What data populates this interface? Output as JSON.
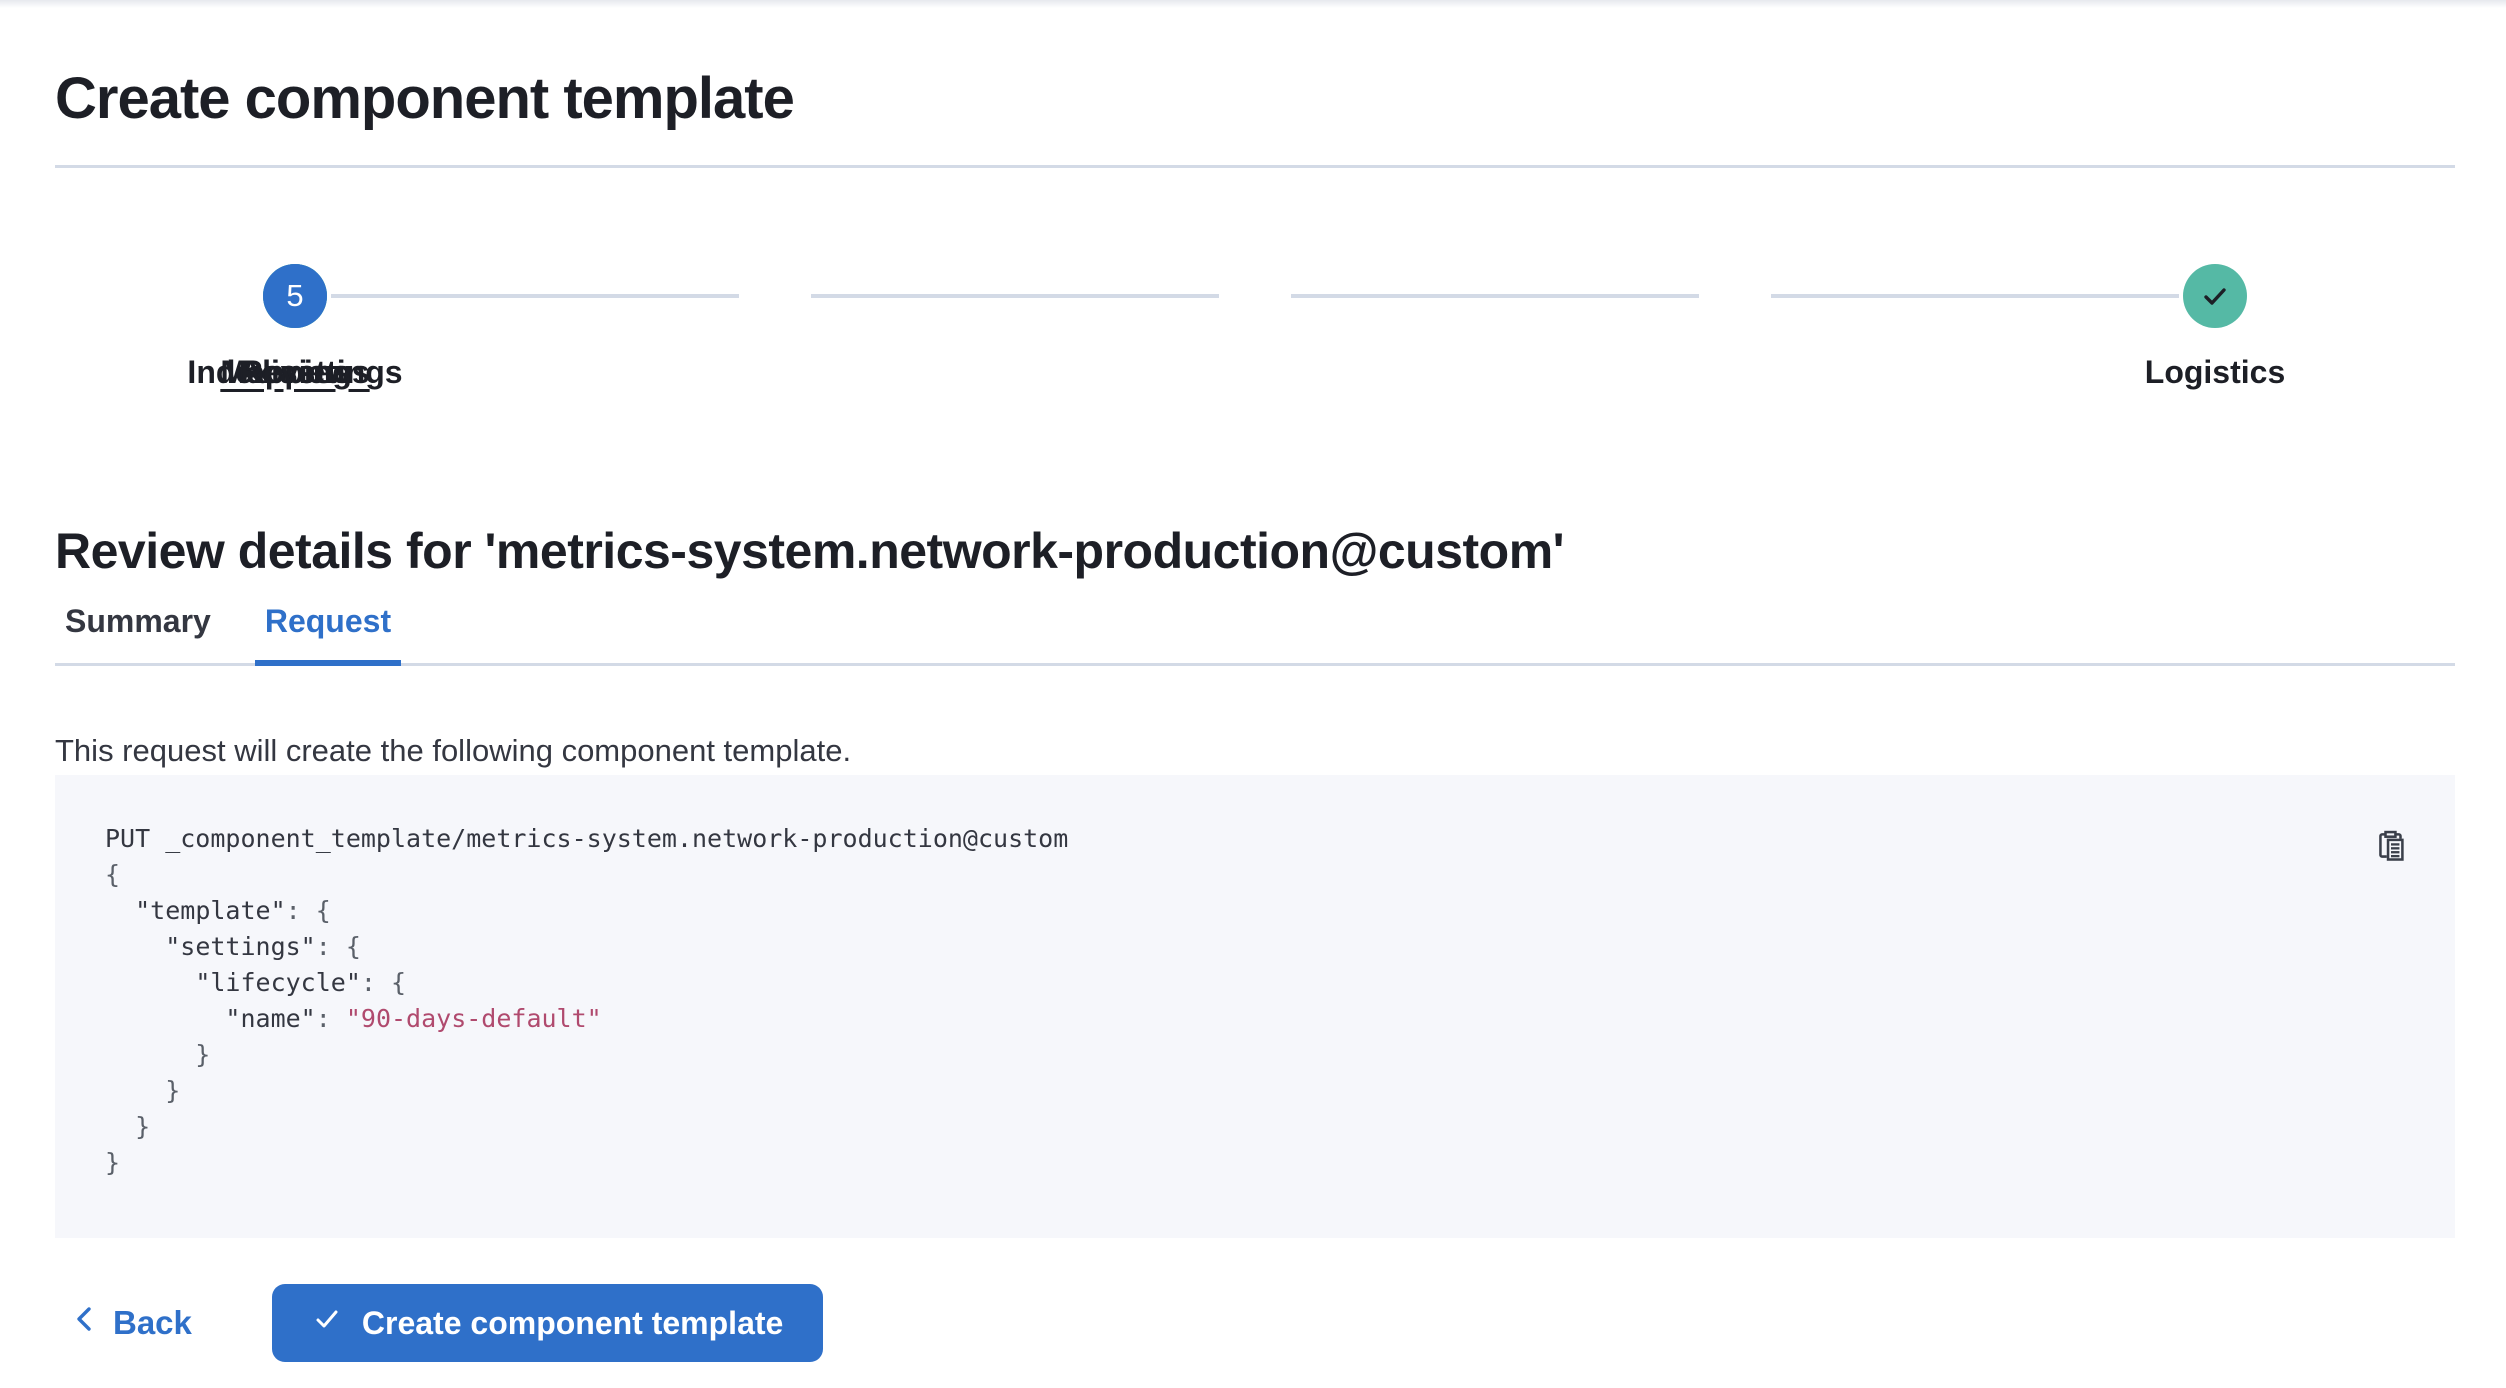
{
  "page": {
    "title": "Create component template"
  },
  "stepper": {
    "steps": [
      {
        "label": "Logistics",
        "status": "complete"
      },
      {
        "label": "Index settings",
        "status": "complete"
      },
      {
        "label": "Mappings",
        "status": "complete"
      },
      {
        "label": "Aliases",
        "status": "complete"
      },
      {
        "label": "Review",
        "status": "current",
        "number": "5"
      }
    ]
  },
  "review": {
    "heading": "Review details for 'metrics-system.network-production@custom'",
    "tabs": [
      {
        "label": "Summary",
        "active": false
      },
      {
        "label": "Request",
        "active": true
      }
    ],
    "description": "This request will create the following component template."
  },
  "code_block": {
    "copy_icon": "copy-clipboard-icon",
    "lines": [
      [
        {
          "t": "PUT _component_template/metrics-system.network-production@custom",
          "c": "plain"
        }
      ],
      [
        {
          "t": "{",
          "c": "punc"
        }
      ],
      [
        {
          "t": "  ",
          "c": "plain"
        },
        {
          "t": "\"template\"",
          "c": "key"
        },
        {
          "t": ": ",
          "c": "punc"
        },
        {
          "t": "{",
          "c": "punc"
        }
      ],
      [
        {
          "t": "    ",
          "c": "plain"
        },
        {
          "t": "\"settings\"",
          "c": "key"
        },
        {
          "t": ": ",
          "c": "punc"
        },
        {
          "t": "{",
          "c": "punc"
        }
      ],
      [
        {
          "t": "      ",
          "c": "plain"
        },
        {
          "t": "\"lifecycle\"",
          "c": "key"
        },
        {
          "t": ": ",
          "c": "punc"
        },
        {
          "t": "{",
          "c": "punc"
        }
      ],
      [
        {
          "t": "        ",
          "c": "plain"
        },
        {
          "t": "\"name\"",
          "c": "key"
        },
        {
          "t": ": ",
          "c": "punc"
        },
        {
          "t": "\"90-days-default\"",
          "c": "string"
        }
      ],
      [
        {
          "t": "      }",
          "c": "punc"
        }
      ],
      [
        {
          "t": "    }",
          "c": "punc"
        }
      ],
      [
        {
          "t": "  }",
          "c": "punc"
        }
      ],
      [
        {
          "t": "}",
          "c": "punc"
        }
      ]
    ]
  },
  "footer": {
    "back_label": "Back",
    "create_label": "Create component template"
  },
  "colors": {
    "primary": "#2F70C9",
    "success": "#55B9A5",
    "text": "#343741",
    "heading": "#1D1F26",
    "border": "#D3DAE6",
    "code-bg": "#F6F7FB",
    "code-string": "#B04A6E",
    "code-punc": "#5A6069"
  }
}
